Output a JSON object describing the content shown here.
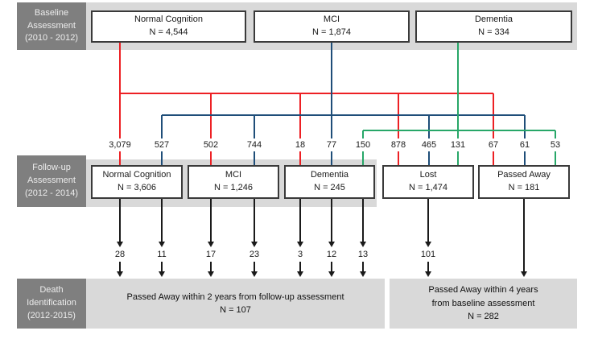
{
  "colors": {
    "red": "#ed2024",
    "blue": "#1f4e79",
    "green": "#27a768",
    "light_band": "#d9d9d9",
    "stage_box": "#7f7f7f",
    "box_border": "#3a3a3a",
    "ink": "#1a1a1a"
  },
  "stages": {
    "baseline": "Baseline\nAssessment\n(2010 - 2012)",
    "followup": "Follow-up\nAssessment\n(2012 - 2014)",
    "death": "Death\nIdentification\n(2012-2015)"
  },
  "baseline_boxes": [
    {
      "title": "Normal Cognition",
      "n": "N = 4,544"
    },
    {
      "title": "MCI",
      "n": "N = 1,874"
    },
    {
      "title": "Dementia",
      "n": "N = 334"
    }
  ],
  "flow_counts": [
    "3,079",
    "527",
    "502",
    "744",
    "18",
    "77",
    "150",
    "878",
    "465",
    "131",
    "67",
    "61",
    "53"
  ],
  "followup_boxes": [
    {
      "title": "Normal Cognition",
      "n": "N = 3,606"
    },
    {
      "title": "MCI",
      "n": "N = 1,246"
    },
    {
      "title": "Dementia",
      "n": "N = 245"
    },
    {
      "title": "Lost",
      "n": "N = 1,474"
    },
    {
      "title": "Passed Away",
      "n": "N = 181"
    }
  ],
  "death_counts": [
    "28",
    "11",
    "17",
    "23",
    "3",
    "12",
    "13",
    "101"
  ],
  "death_boxes": [
    {
      "text": "Passed Away within 2 years from follow-up assessment\nN = 107"
    },
    {
      "text": "Passed Away within 4 years\nfrom baseline assessment\nN = 282"
    }
  ]
}
